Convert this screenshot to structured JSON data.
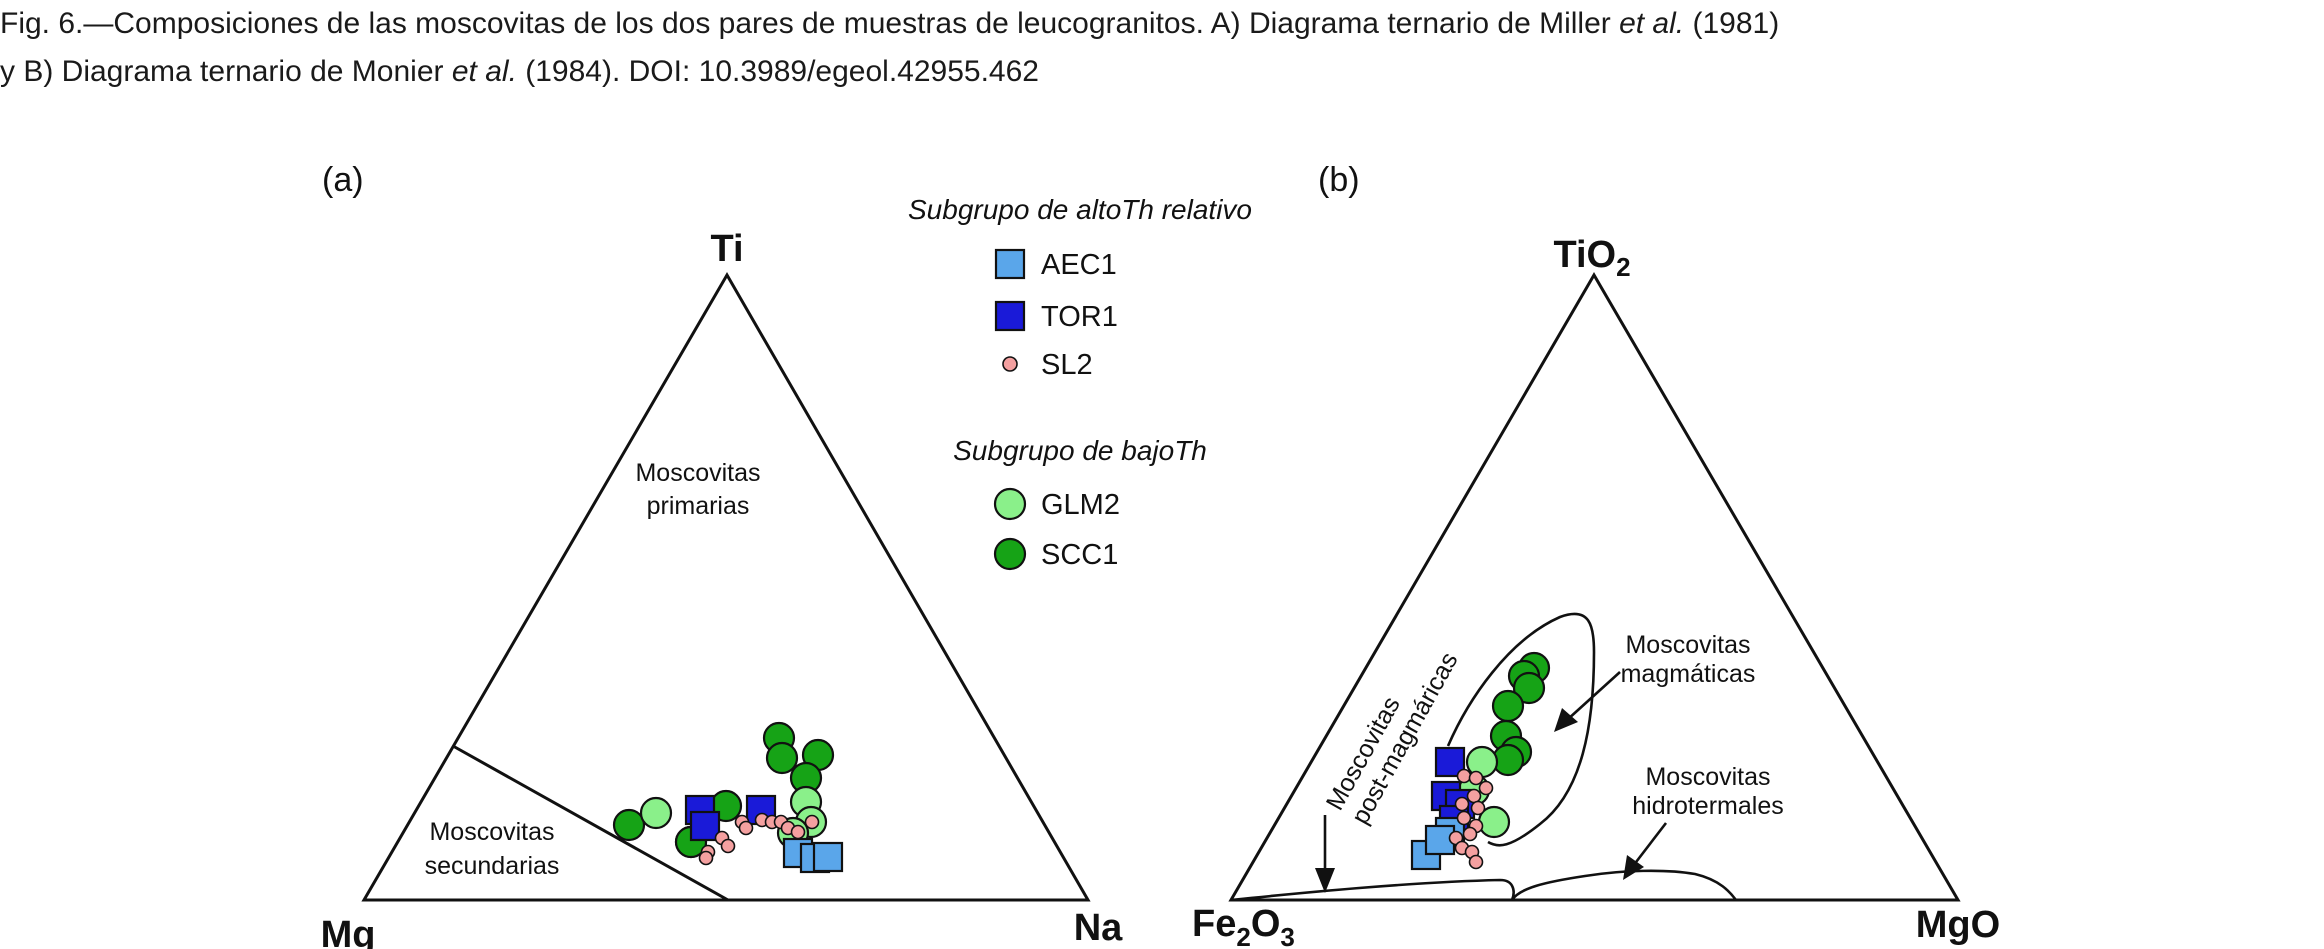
{
  "caption": {
    "line1_a": "Fig. 6.—Composiciones de las moscovitas de los dos pares de muestras de leucogranitos. A) Diagrama ternario de Miller ",
    "line1_em": "et al.",
    "line1_b": " (1981)",
    "line2_a": "y B) Diagrama ternario de Monier ",
    "line2_em": "et al.",
    "line2_b": " (1984). DOI: 10.3989/egeol.42955.462"
  },
  "panel_a": {
    "tag": "(a)",
    "apex": {
      "top": "Ti",
      "left": "Mg",
      "right": "Na"
    },
    "field_primary": [
      "Moscovitas",
      "primarias"
    ],
    "field_secondary": [
      "Moscovitas",
      "secundarias"
    ]
  },
  "panel_b": {
    "tag": "(b)",
    "apex": {
      "top_main": "TiO",
      "top_sub": "2",
      "left_main": "Fe",
      "left_sub1": "2",
      "left_mid": "O",
      "left_sub2": "3",
      "right": "MgO"
    },
    "field_magmatic": [
      "Moscovitas",
      "magmáticas"
    ],
    "field_postmagmatic": [
      "Moscovitas",
      "post-magmáricas"
    ],
    "field_hydrothermal": [
      "Moscovitas",
      "hidrotermales"
    ]
  },
  "legend": {
    "group_high": "Subgrupo de altoTh relativo",
    "group_low": "Subgrupo de bajoTh",
    "entries": [
      {
        "label": "AEC1",
        "marker": "square",
        "color": "#5aa6ea"
      },
      {
        "label": "TOR1",
        "marker": "square",
        "color": "#1a1ad8"
      },
      {
        "label": "SL2",
        "marker": "small-circle",
        "color": "#f4a0a0"
      },
      {
        "label": "GLM2",
        "marker": "circle",
        "color": "#8af08a"
      },
      {
        "label": "SCC1",
        "marker": "circle",
        "color": "#16a316"
      }
    ]
  }
}
